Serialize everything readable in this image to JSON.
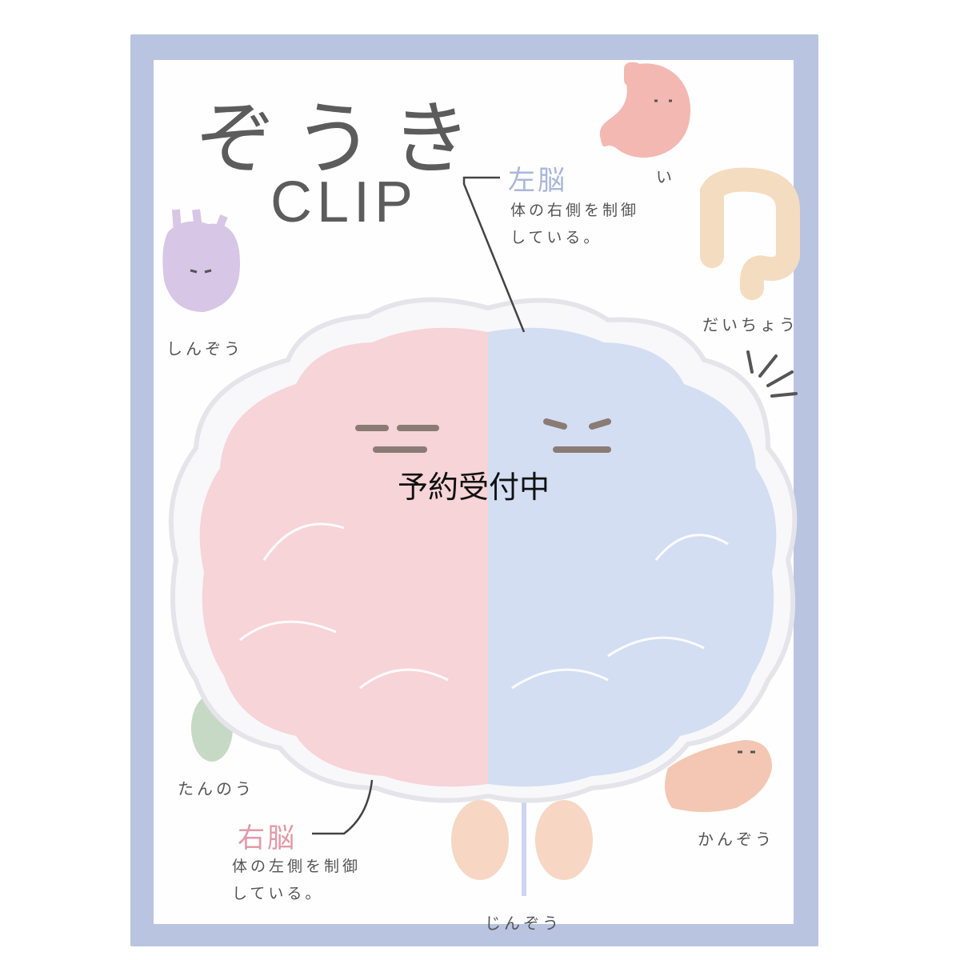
{
  "title": {
    "japanese": "ぞうき",
    "english": "CLIP"
  },
  "organs": {
    "stomach": "い",
    "large_intestine": "だいちょう",
    "heart": "しんぞう",
    "gallbladder": "たんのう",
    "liver": "かんぞう",
    "kidney": "じんぞう"
  },
  "left_brain": {
    "title": "左脳",
    "desc_line1": "体の右側を制御",
    "desc_line2": "している。",
    "color": "#aab7da"
  },
  "right_brain": {
    "title": "右脳",
    "desc_line1": "体の左側を制御",
    "desc_line2": "している。",
    "color": "#e19aa8"
  },
  "overlay_text": "予約受付中",
  "colors": {
    "frame": "#b9c4e0",
    "brain_pink": "#f6d4d8",
    "brain_blue": "#d4def2"
  }
}
